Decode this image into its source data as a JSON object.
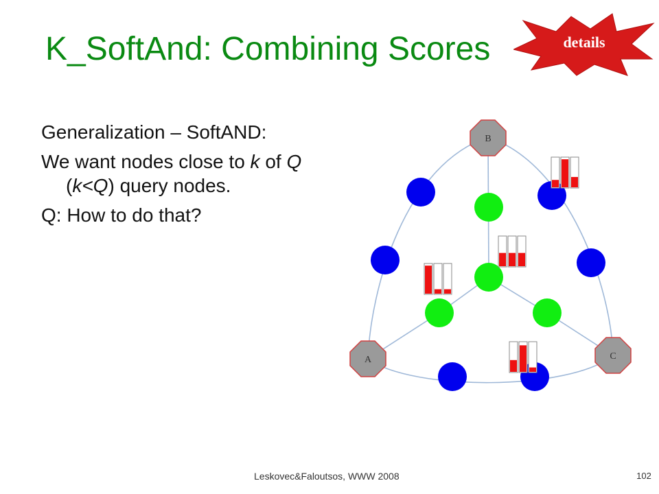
{
  "slide": {
    "title": "K_SoftAnd: Combining Scores",
    "badge": "details",
    "body": {
      "line1": "Generalization – SoftAND:",
      "line2_pre": "We want nodes close to ",
      "line2_k": "k",
      "line2_mid": " of ",
      "line2_Q": "Q",
      "line2_paren_open": " (",
      "line2_kltQ": "k<Q",
      "line2_post": ") query nodes.",
      "line3": "Q: How to do that?"
    },
    "graph": {
      "query_nodes": [
        "A",
        "B",
        "C"
      ],
      "bar_glyphs": [
        {
          "name": "glyph-top-right",
          "levels": [
            0.25,
            0.95,
            0.35
          ]
        },
        {
          "name": "glyph-center",
          "levels": [
            0.45,
            0.45,
            0.45
          ]
        },
        {
          "name": "glyph-left",
          "levels": [
            0.95,
            0.15,
            0.15
          ]
        },
        {
          "name": "glyph-bottom",
          "levels": [
            0.4,
            0.9,
            0.15
          ]
        }
      ],
      "colors": {
        "blue_node": "#0000ee",
        "green_node": "#11ee11",
        "query_node": "#9a9a9a",
        "query_border": "#d04040",
        "edge": "#9fb8d8",
        "bar_fill": "#ee1111"
      }
    },
    "footer": "Leskovec&Faloutsos, WWW 2008",
    "page_number": "102"
  }
}
